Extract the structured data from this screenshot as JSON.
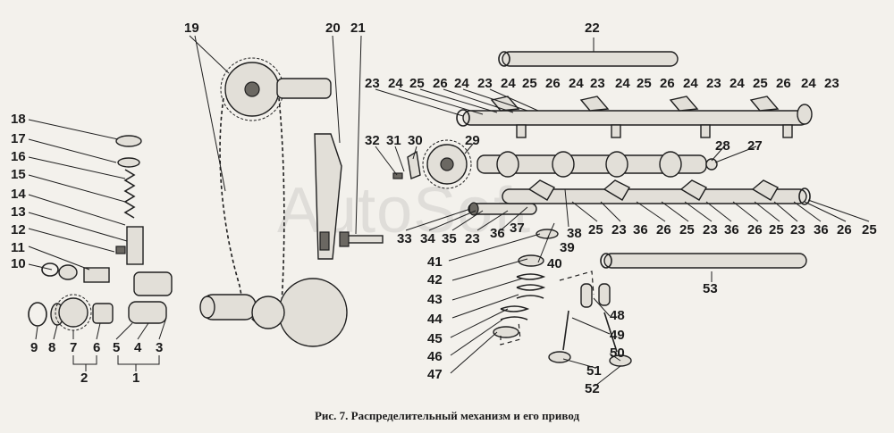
{
  "caption": "Рис. 7. Распределительный механизм и его привод",
  "watermark": "AutoSoft",
  "labels": [
    "1",
    "2",
    "3",
    "4",
    "5",
    "6",
    "7",
    "8",
    "9",
    "10",
    "11",
    "12",
    "13",
    "14",
    "15",
    "16",
    "17",
    "18",
    "19",
    "20",
    "21",
    "22",
    "23",
    "24",
    "25",
    "26",
    "24",
    "23",
    "24",
    "25",
    "26",
    "24",
    "23",
    "24",
    "25",
    "26",
    "24",
    "23",
    "24",
    "25",
    "26",
    "24",
    "23",
    "32",
    "31",
    "30",
    "29",
    "28",
    "27",
    "33",
    "34",
    "35",
    "23",
    "36",
    "37",
    "25",
    "23",
    "36",
    "26",
    "25",
    "23",
    "36",
    "26",
    "25",
    "23",
    "36",
    "26",
    "25",
    "38",
    "39",
    "41",
    "40",
    "42",
    "43",
    "44",
    "45",
    "46",
    "47",
    "48",
    "49",
    "50",
    "51",
    "52",
    "53"
  ]
}
